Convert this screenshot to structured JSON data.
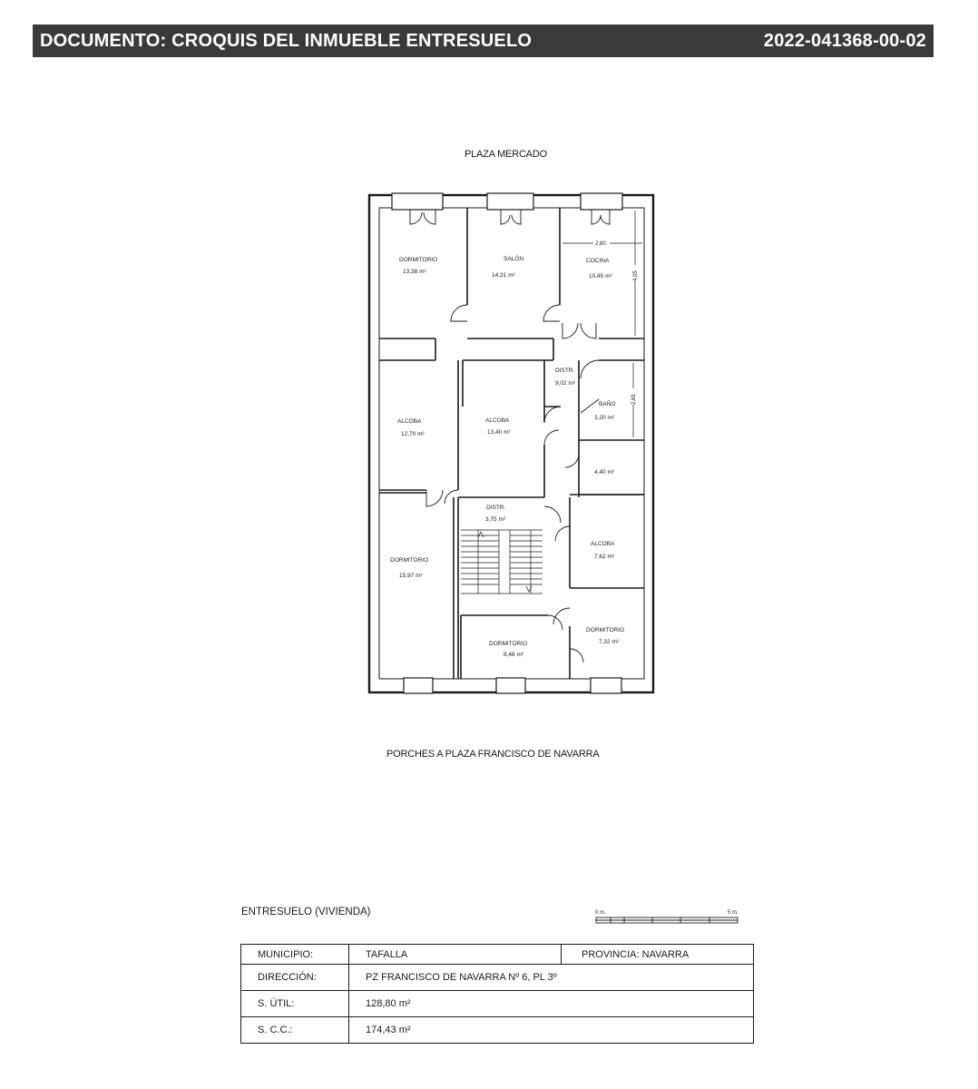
{
  "header": {
    "title": "DOCUMENTO: CROQUIS DEL INMUEBLE ENTRESUELO",
    "reference": "2022-041368-00-02"
  },
  "plan": {
    "top_street": "PLAZA MERCADO",
    "bottom_street": "PORCHES A PLAZA FRANCISCO DE NAVARRA",
    "rooms": [
      {
        "name": "DORMITORIO",
        "area": "13,38 m²"
      },
      {
        "name": "SALÓN",
        "area": "14,31 m²"
      },
      {
        "name": "COCINA",
        "area": "10,45 m²"
      },
      {
        "name": "DISTR.",
        "area": "9,02 m²"
      },
      {
        "name": "BAÑO",
        "area": "3,20 m²"
      },
      {
        "name": "ALCOBA",
        "area": "12,70 m²"
      },
      {
        "name": "ALCOBA",
        "area": "13,40 m²"
      },
      {
        "name": "",
        "area": "4,40 m²"
      },
      {
        "name": "DISTR.",
        "area": "3,75 m²"
      },
      {
        "name": "ALCOBA",
        "area": "7,62 m²"
      },
      {
        "name": "DORMITORIO",
        "area": "15,97 m²"
      },
      {
        "name": "DORMITORIO",
        "area": "8,48 m²"
      },
      {
        "name": "DORMITORIO",
        "area": "7,32 m²"
      }
    ],
    "dimensions": {
      "kitchen_width": "2,80",
      "kitchen_depth": "4,05",
      "bath_depth": "2,65"
    }
  },
  "level_label": "ENTRESUELO (VIVIENDA)",
  "scale": {
    "start": "0 m.",
    "end": "5 m."
  },
  "info": {
    "municipio_label": "MUNICIPIO:",
    "municipio_value": "TAFALLA",
    "provincia": "PROVINCIA: NAVARRA",
    "direccion_label": "DIRECCIÓN:",
    "direccion_value": "PZ FRANCISCO DE NAVARRA Nº 6, PL 3º",
    "sutil_label": "S. ÚTIL:",
    "sutil_value": "128,80 m²",
    "scc_label": "S. C.C.:",
    "scc_value": "174,43 m²"
  }
}
